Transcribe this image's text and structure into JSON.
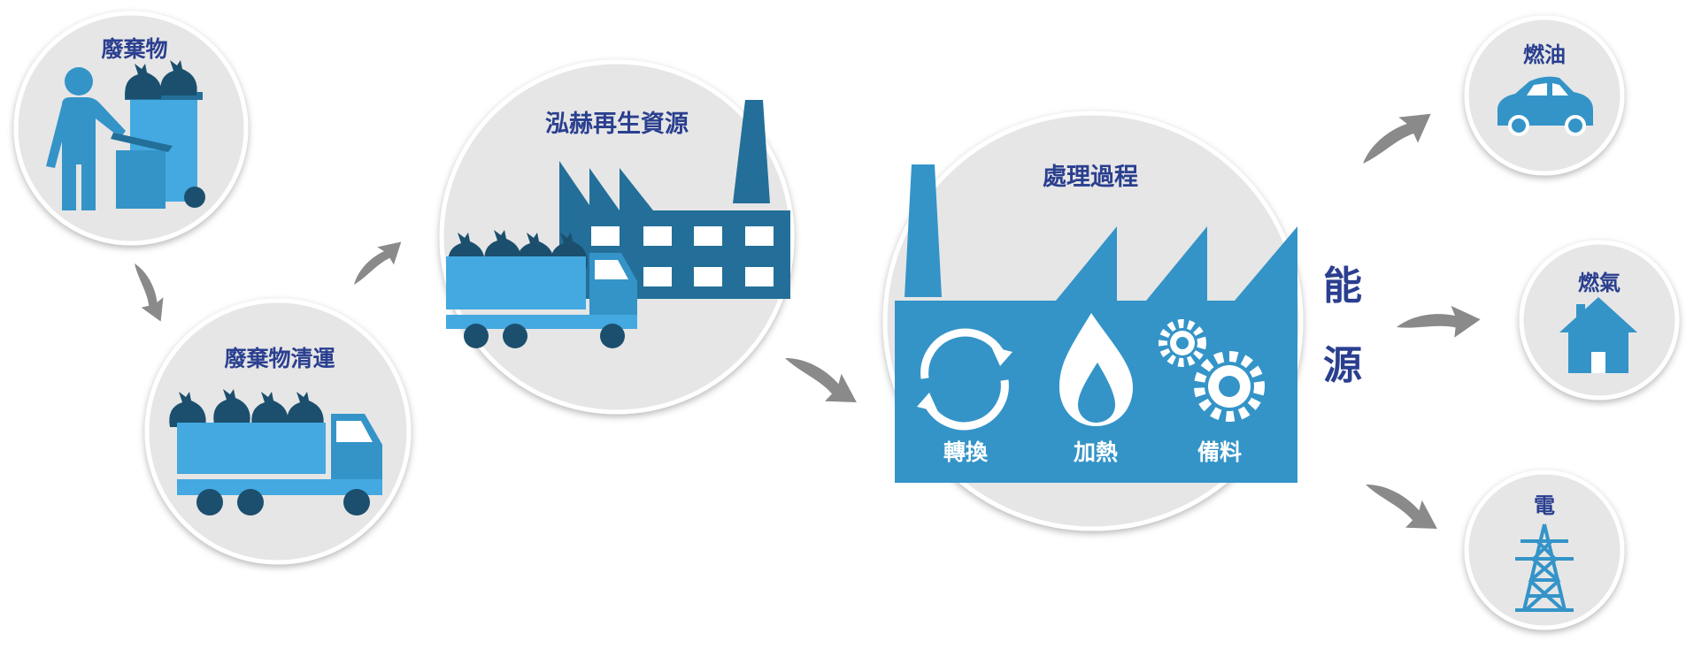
{
  "stages": {
    "waste": "廢棄物",
    "collection": "廢棄物清運",
    "company": "泓赫再生資源",
    "process": "處理過程"
  },
  "process_steps": [
    "轉換",
    "加熱",
    "備料"
  ],
  "energy": {
    "char1": "能",
    "char2": "源"
  },
  "outputs": [
    "燃油",
    "燃氣",
    "電"
  ],
  "colors": {
    "primary": "#3494c8",
    "light": "#43a9e0",
    "dark": "#236f99",
    "navy": "#1c4f6e",
    "label": "#2a3f8f",
    "circle": "#e6e6e6",
    "arrow": "#8a8a8a"
  },
  "icons": [
    "person-icon",
    "trash-bin-icon",
    "garbage-bag-icon",
    "truck-icon",
    "factory-icon",
    "recycle-icon",
    "flame-icon",
    "gears-icon",
    "car-icon",
    "house-icon",
    "power-tower-icon"
  ]
}
